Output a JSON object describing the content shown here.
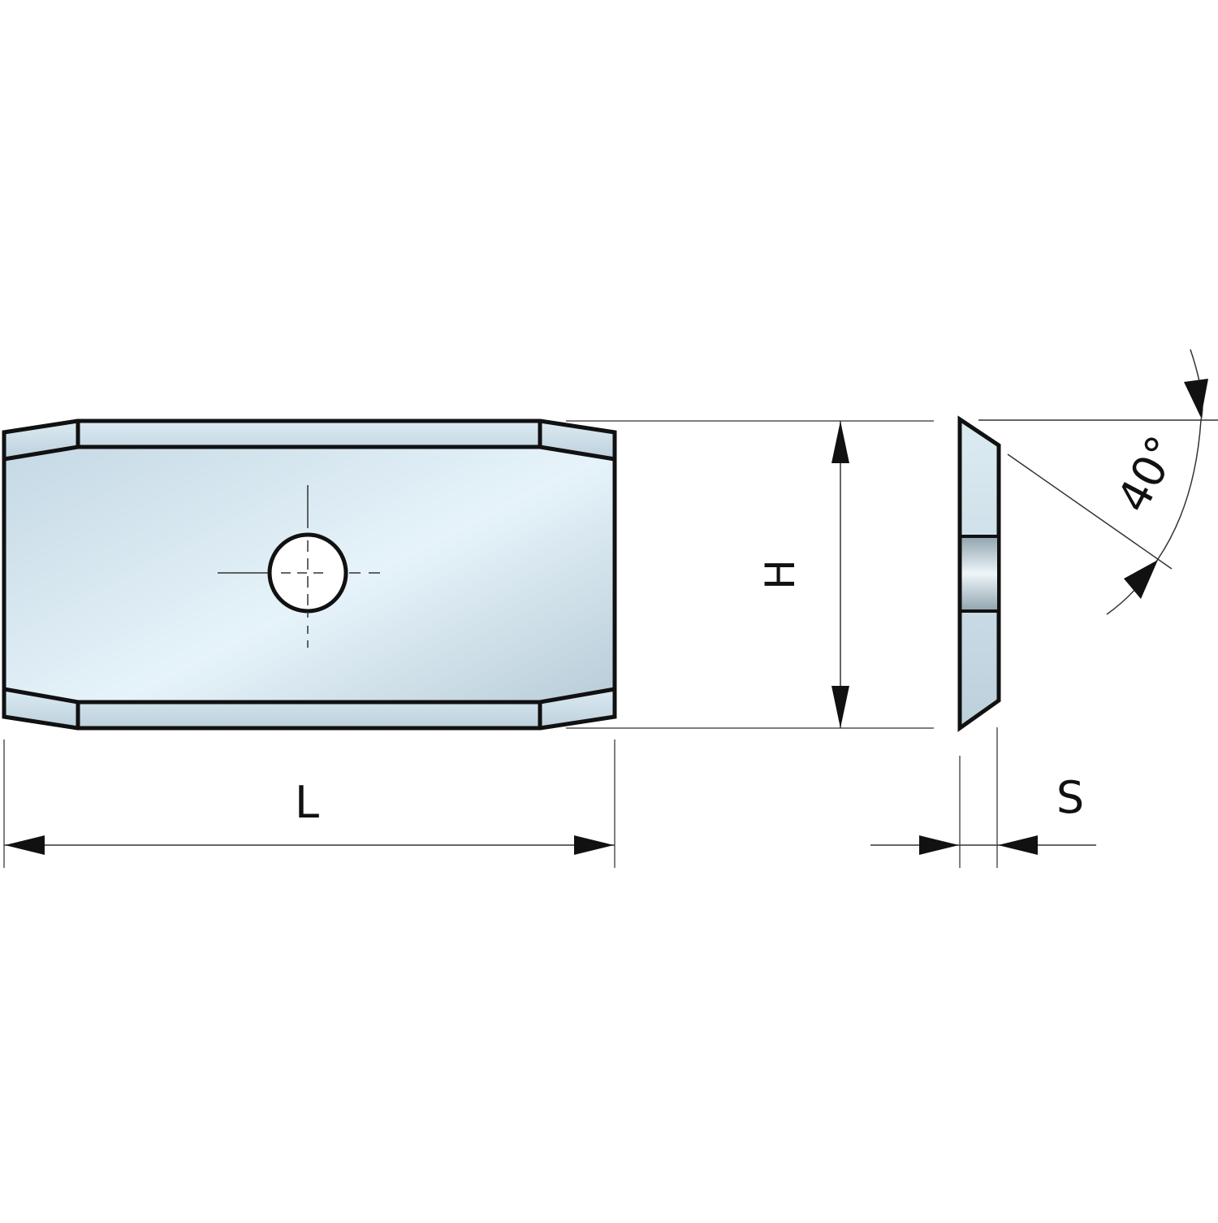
{
  "drawing": {
    "labels": {
      "length": "L",
      "height": "H",
      "thickness": "S",
      "angle": "40°"
    },
    "colors": {
      "outline": "#111111",
      "blade_light": "#e3f1f8",
      "blade_mid": "#c9dde8",
      "blade_dark": "#a9bfcc",
      "dimension_line": "#555555"
    }
  }
}
